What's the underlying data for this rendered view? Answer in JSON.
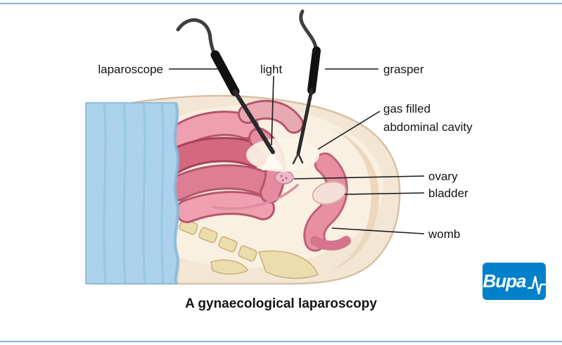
{
  "diagram": {
    "caption": "A gynaecological laparoscopy",
    "labels": {
      "laparoscope": "laparoscope",
      "light": "light",
      "grasper": "grasper",
      "gas_filled": "gas filled\nabdominal cavity",
      "ovary": "ovary",
      "bladder": "bladder",
      "womb": "womb"
    }
  },
  "logo": {
    "brand": "Bupa"
  },
  "colors": {
    "bupa_blue": "#0081c9",
    "border_blue": "#7fb2e0",
    "skin": "#f3e6d5",
    "drape_blue": "#abd2ea",
    "intestine_pink": "#e795a8",
    "womb_pink": "#e88fa1",
    "bone_tan": "#ecddad",
    "instrument_black": "#1c1c1c"
  }
}
